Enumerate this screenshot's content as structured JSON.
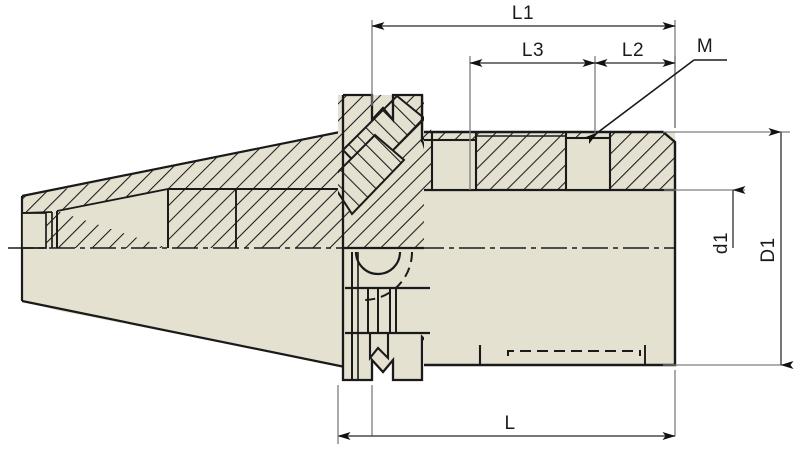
{
  "drawing": {
    "title": "Tool Holder Taper Shank Cross-Section",
    "view": "sectional side view",
    "colors": {
      "body_fill": "#e4e1d1",
      "outline": "#1a1a1a",
      "hatch": "#1a1a1a",
      "dimension_line": "#6e6e6e",
      "centerline": "#1a1a1a",
      "text": "#1a1a1a",
      "background": "#ffffff"
    }
  },
  "dimensions": {
    "L1": {
      "label": "L1",
      "type": "horizontal",
      "position": "top"
    },
    "L3": {
      "label": "L3",
      "type": "horizontal",
      "position": "top"
    },
    "L2": {
      "label": "L2",
      "type": "horizontal",
      "position": "top"
    },
    "M": {
      "label": "M",
      "type": "leader",
      "position": "top-right"
    },
    "d1": {
      "label": "d1",
      "type": "vertical",
      "position": "right-inner"
    },
    "D1": {
      "label": "D1",
      "type": "vertical",
      "position": "right-outer"
    },
    "L": {
      "label": "L",
      "type": "horizontal",
      "position": "bottom"
    }
  },
  "features": {
    "taper_shank": "ISO taper shank, sectioned upper half",
    "v_flange": "V-flange gripper groove",
    "drive_slots": "drive keyway slots",
    "threaded_bore": "internal thread M",
    "pilot_bore": "internal pilot bore shown hidden"
  }
}
